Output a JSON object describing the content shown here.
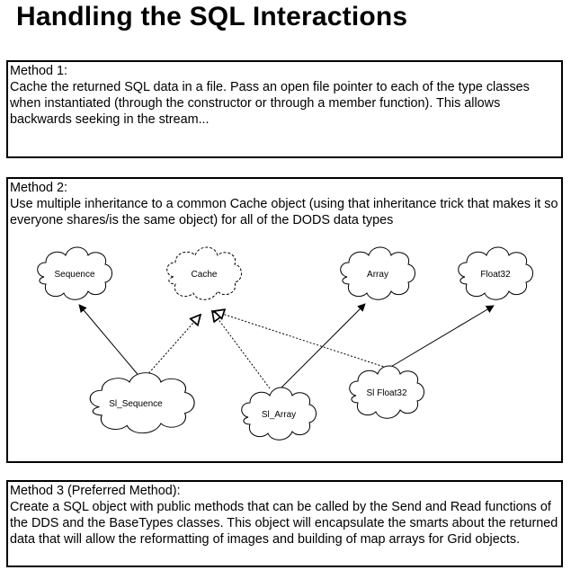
{
  "title": "Handling the SQL Interactions",
  "method1": {
    "heading": "Method 1:",
    "body": "Cache the returned SQL data in a file. Pass an open file pointer to each of the type classes when instantiated (through the constructor or through a member function). This allows backwards seeking in the stream..."
  },
  "method2": {
    "heading": "Method 2:",
    "body": "Use multiple inheritance to a common Cache object (using that inheritance trick that makes it so everyone shares/is the same object) for all of the DODS data types"
  },
  "method3": {
    "heading": "Method 3 (Preferred Method):",
    "body": "Create a SQL object with public methods that can be called by the Send and Read functions of the DDS and the BaseTypes classes. This object will encapsulate the smarts about the returned data that will allow the reformatting of images and building of map arrays for Grid objects."
  },
  "diagram": {
    "nodes": {
      "sequence": "Sequence",
      "cache": "Cache",
      "array": "Array",
      "float32": "Float32",
      "sl_sequence": "Sl_Sequence",
      "sl_array": "Sl_Array",
      "sl_float32": "Sl Float32"
    }
  }
}
